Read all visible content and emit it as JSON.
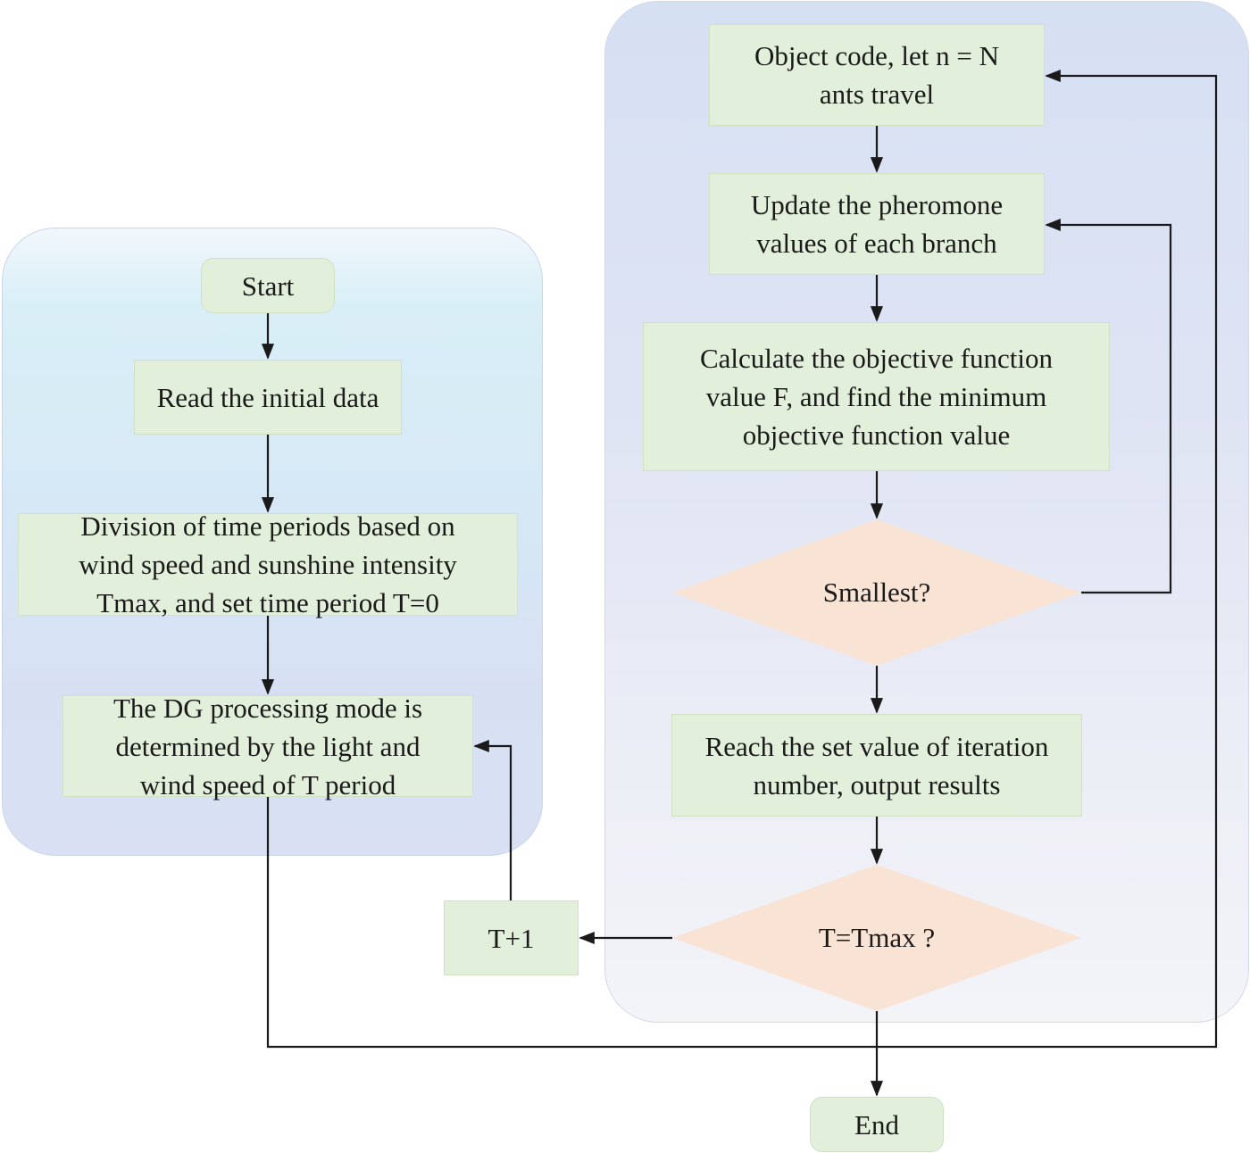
{
  "nodes": {
    "start": "Start",
    "read_data": "Read the initial data",
    "division": "Division of time periods based on\nwind speed and sunshine intensity\nTmax, and set time period T=0",
    "dg_mode": "The DG processing mode is\ndetermined by the light and\nwind speed of T period",
    "t_plus_one": "T+1",
    "object_code": "Object code, let n = N\nants travel",
    "update_pheromone": "Update the pheromone\nvalues of each branch",
    "calculate": "Calculate the objective function\nvalue F, and find the minimum\nobjective function value",
    "smallest": "Smallest?",
    "reach_iteration": "Reach the set value of iteration\nnumber, output results",
    "t_equals_tmax": "T=Tmax ?",
    "end": "End"
  },
  "colors": {
    "process_fill": "#e2efda",
    "decision_fill": "#f8e3d5",
    "connector": "#1a1a1a"
  }
}
